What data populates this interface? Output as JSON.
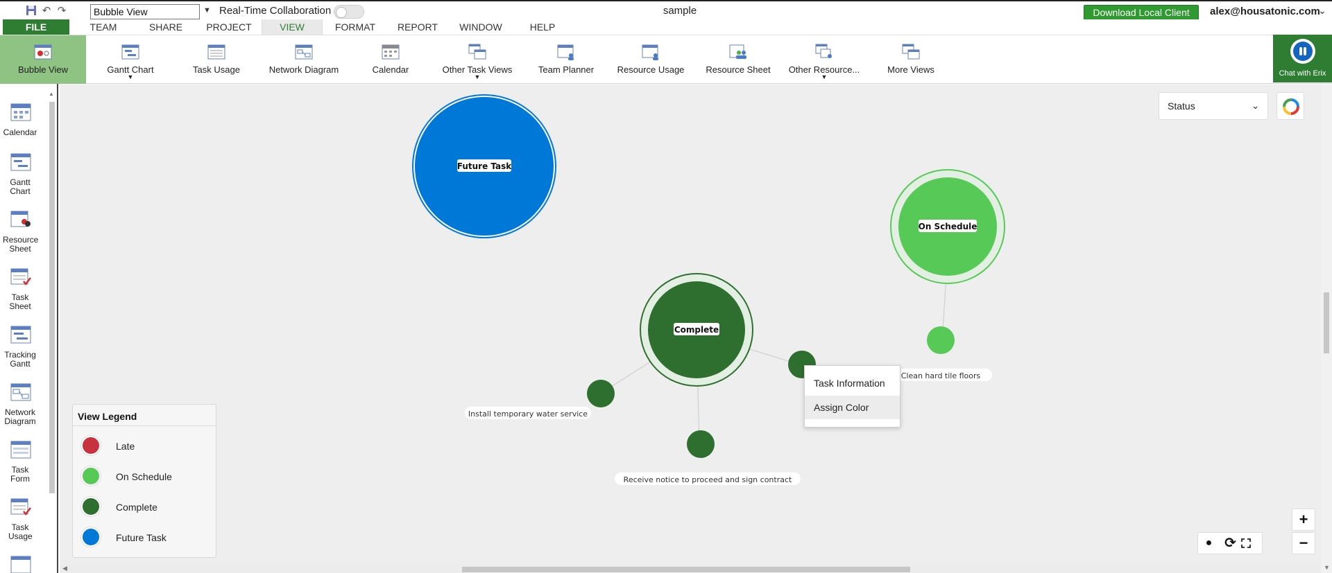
{
  "titlebar": {
    "view_select_value": "Bubble View",
    "rtc_label": "Real-Time Collaboration",
    "doc_title": "sample",
    "download_label": "Download Local Client",
    "user_email": "alex@housatonic.com"
  },
  "menu": {
    "file": "FILE",
    "items": [
      "TEAM",
      "SHARE",
      "PROJECT",
      "VIEW",
      "FORMAT",
      "REPORT",
      "WINDOW",
      "HELP"
    ],
    "active": "VIEW"
  },
  "ribbon": {
    "buttons": [
      {
        "label": "Bubble View",
        "active": true,
        "dropdown": false
      },
      {
        "label": "Gantt Chart",
        "active": false,
        "dropdown": true
      },
      {
        "label": "Task Usage",
        "active": false,
        "dropdown": false
      },
      {
        "label": "Network Diagram",
        "active": false,
        "dropdown": false
      },
      {
        "label": "Calendar",
        "active": false,
        "dropdown": false
      },
      {
        "label": "Other Task Views",
        "active": false,
        "dropdown": true
      },
      {
        "label": "Team Planner",
        "active": false,
        "dropdown": false
      },
      {
        "label": "Resource Usage",
        "active": false,
        "dropdown": false
      },
      {
        "label": "Resource Sheet",
        "active": false,
        "dropdown": false
      },
      {
        "label": "Other Resource...",
        "active": false,
        "dropdown": true
      },
      {
        "label": "More Views",
        "active": false,
        "dropdown": false
      }
    ],
    "chat_label": "Chat with Erix"
  },
  "sidebar": {
    "items": [
      {
        "label": "Calendar",
        "icon": "calendar-icon"
      },
      {
        "label": "Gantt Chart",
        "icon": "gantt-chart-icon"
      },
      {
        "label": "Resource Sheet",
        "icon": "resource-sheet-icon"
      },
      {
        "label": "Task Sheet",
        "icon": "task-sheet-icon"
      },
      {
        "label": "Tracking Gantt",
        "icon": "tracking-gantt-icon"
      },
      {
        "label": "Network Diagram",
        "icon": "network-diagram-icon"
      },
      {
        "label": "Task Form",
        "icon": "task-form-icon"
      },
      {
        "label": "Task Usage",
        "icon": "task-usage-icon"
      }
    ]
  },
  "toolbar": {
    "status_value": "Status"
  },
  "bubbles": {
    "future": {
      "label": "Future Task",
      "color": "#0078d7"
    },
    "on_schedule": {
      "label": "On Schedule",
      "color": "#56c956"
    },
    "complete": {
      "label": "Complete",
      "color": "#2e6e2e"
    },
    "tasks": [
      {
        "label": "Install temporary water service",
        "group": "complete"
      },
      {
        "label": "Receive notice to proceed and sign contract",
        "group": "complete"
      },
      {
        "label": "Clean hard tile floors",
        "group": "on_schedule"
      }
    ]
  },
  "legend": {
    "title": "View Legend",
    "items": [
      {
        "label": "Late",
        "color": "#c8323e"
      },
      {
        "label": "On Schedule",
        "color": "#56c956"
      },
      {
        "label": "Complete",
        "color": "#2e6e2e"
      },
      {
        "label": "Future Task",
        "color": "#0078d7"
      }
    ]
  },
  "context_menu": {
    "items": [
      {
        "label": "Task Information",
        "hover": false
      },
      {
        "label": "Assign Color",
        "hover": true
      }
    ]
  },
  "colors": {
    "brand_green": "#2e7d32",
    "download_green": "#2e9a30",
    "ribbon_active": "#8fc383"
  }
}
